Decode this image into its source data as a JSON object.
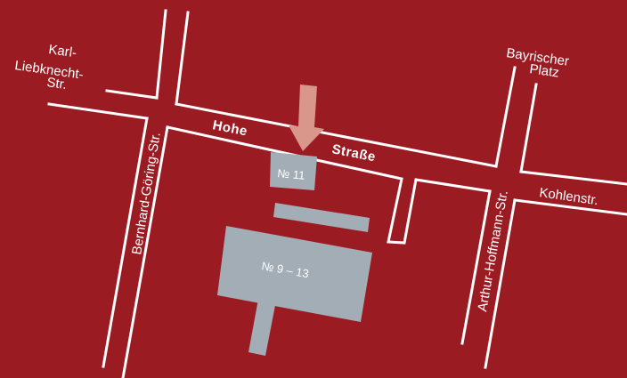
{
  "map": {
    "background_color": "#9b1b22",
    "road_color": "#ffffff",
    "building_color": "#a3adb5",
    "arrow_color": "#d9968a",
    "streets": {
      "karl_line1": "Karl-",
      "karl_line2": "Liebknecht-",
      "karl_line3": "Str.",
      "hohe": "Hohe",
      "strasse": "Straße",
      "bernhard": "Bernhard-Göring-Str.",
      "bayrischer_line1": "Bayrischer",
      "bayrischer_line2": "Platz",
      "arthur": "Arthur-Hoffmann-Str.",
      "kohlenstr": "Kohlenstr."
    },
    "buildings": {
      "no11": "№ 11",
      "no9_13": "№ 9 – 13"
    },
    "marker_icon": "arrow-down-icon"
  }
}
